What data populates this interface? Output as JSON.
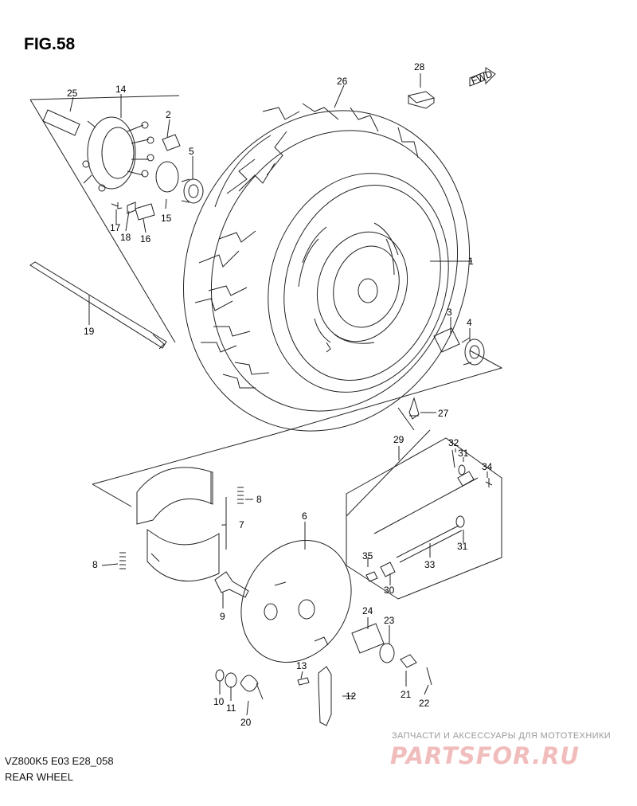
{
  "figure": {
    "title": "FIG.58",
    "model_code": "VZ800K5 E03 E28_058",
    "caption": "REAR WHEEL",
    "fwd_label": "FWD"
  },
  "watermark": {
    "subtitle": "ЗАПЧАСТИ И АКСЕССУАРЫ ДЛЯ МОТОТЕХНИКИ",
    "logo": "PARTSFOR.RU"
  },
  "callouts": [
    "1",
    "2",
    "3",
    "4",
    "5",
    "6",
    "7",
    "8",
    "8",
    "9",
    "10",
    "11",
    "12",
    "13",
    "14",
    "15",
    "16",
    "17",
    "18",
    "19",
    "20",
    "21",
    "22",
    "23",
    "24",
    "25",
    "26",
    "27",
    "28",
    "29",
    "30",
    "31",
    "31",
    "32",
    "33",
    "34",
    "35"
  ],
  "colors": {
    "line": "#222222",
    "watermark": "#f1bcbc"
  }
}
